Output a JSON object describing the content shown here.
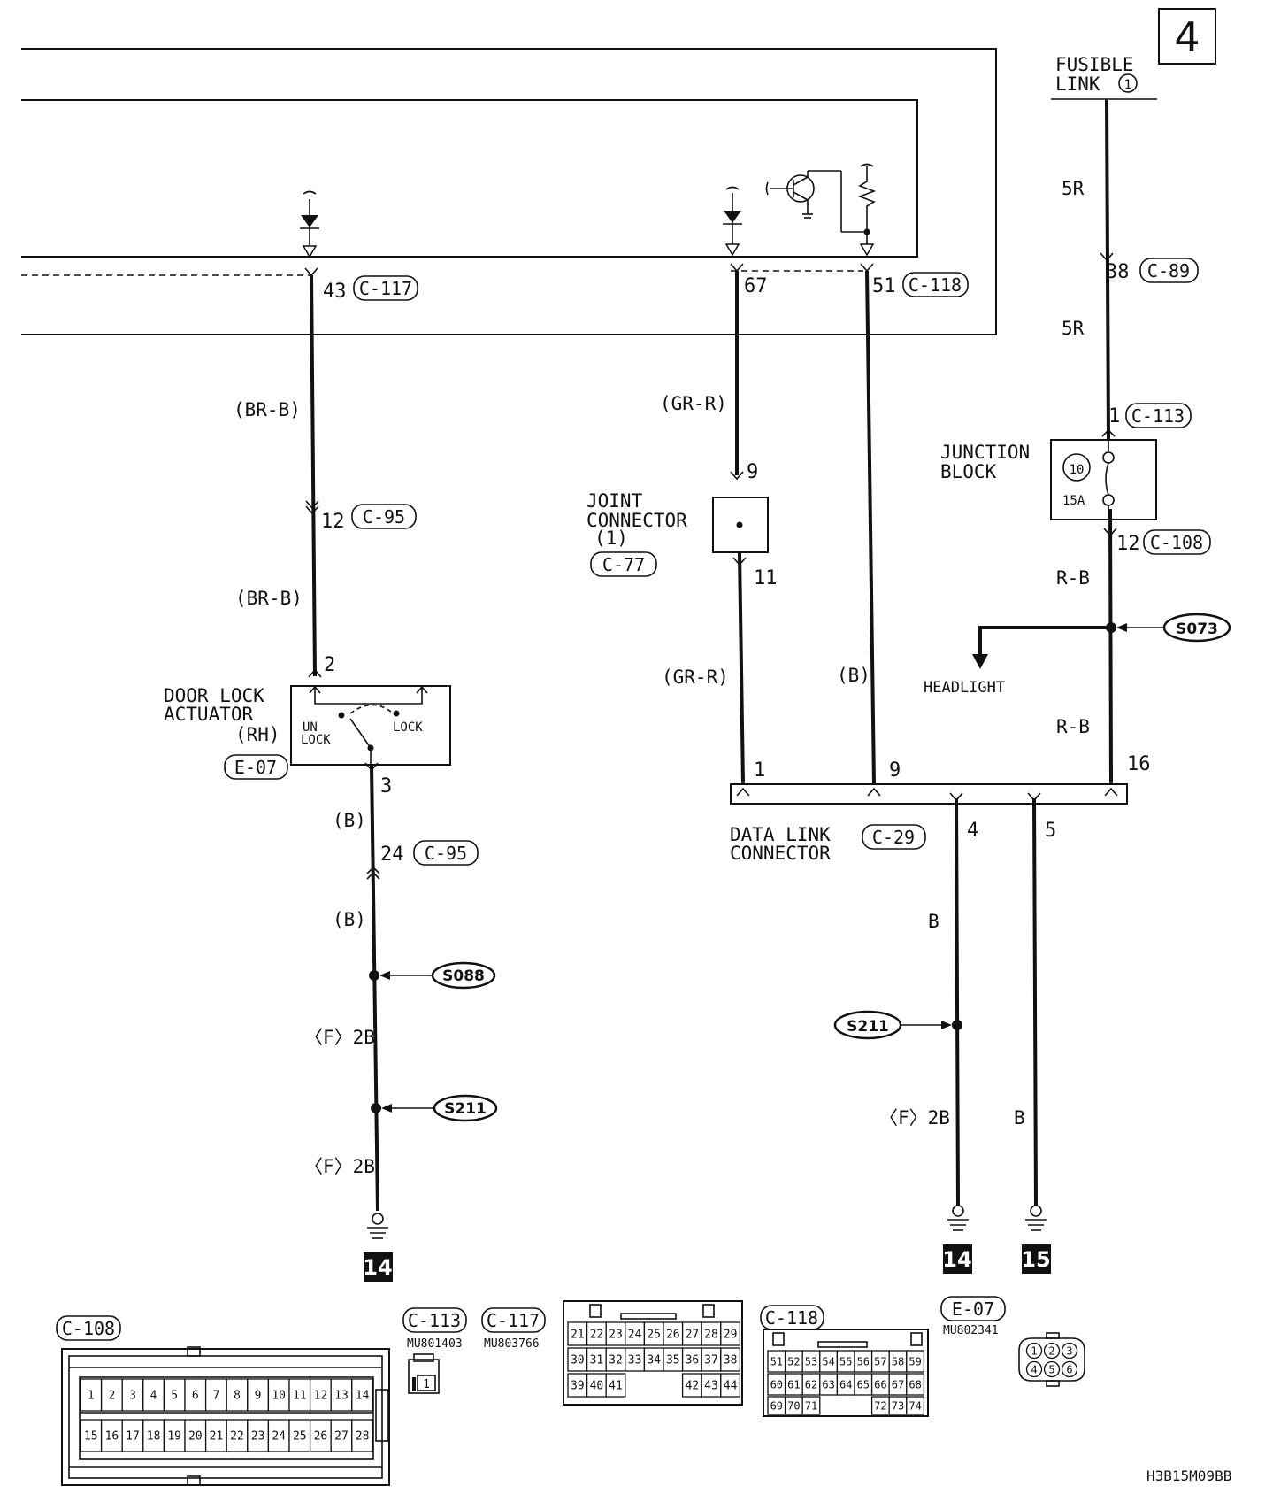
{
  "page_number": "4",
  "fusible_link": {
    "line1": "FUSIBLE",
    "line2": "LINK",
    "num": "1"
  },
  "wire_colors": {
    "br_b": "(BR-B)",
    "gr_r": "(GR-R)",
    "b_paren": "(B)",
    "b": "B",
    "r_b": "R-B",
    "fr": "5R",
    "f2b": "〈F〉2B"
  },
  "pins": {
    "p43": "43",
    "p67": "67",
    "p51": "51",
    "p38": "38",
    "p1": "1",
    "p12": "12",
    "p9": "9",
    "p11": "11",
    "p2": "2",
    "p3": "3",
    "p24": "24",
    "p16": "16",
    "p4": "4",
    "p5": "5"
  },
  "connectors": {
    "c117": "C-117",
    "c118": "C-118",
    "c89": "C-89",
    "c113": "C-113",
    "c108": "C-108",
    "c95": "C-95",
    "c77": "C-77",
    "c29": "C-29",
    "e07": "E-07"
  },
  "components": {
    "joint_line1": "JOINT",
    "joint_line2": "CONNECTOR",
    "joint_line3": "(1)",
    "junction_line1": "JUNCTION",
    "junction_line2": "BLOCK",
    "fuse_num": "10",
    "fuse_amp": "15A",
    "door_line1": "DOOR LOCK",
    "door_line2": "ACTUATOR",
    "door_line3": "(RH)",
    "unlock_1": "UN",
    "unlock_2": "LOCK",
    "lock": "LOCK",
    "dlc_line1": "DATA LINK",
    "dlc_line2": "CONNECTOR",
    "headlight": "HEADLIGHT"
  },
  "splices": {
    "s073": "S073",
    "s088": "S088",
    "s211": "S211"
  },
  "ground_refs": {
    "g14": "14",
    "g15": "15"
  },
  "part_numbers": {
    "mu801403": "MU801403",
    "mu803766": "MU803766",
    "mu802341": "MU802341"
  },
  "pin_views": {
    "c108_row1": [
      "1",
      "2",
      "3",
      "4",
      "5",
      "6",
      "7",
      "8",
      "9",
      "10",
      "11",
      "12",
      "13",
      "14"
    ],
    "c108_row2": [
      "15",
      "16",
      "17",
      "18",
      "19",
      "20",
      "21",
      "22",
      "23",
      "24",
      "25",
      "26",
      "27",
      "28"
    ],
    "c113_pin": "1",
    "c117_row1": [
      "21",
      "22",
      "23",
      "24",
      "25",
      "26",
      "27",
      "28",
      "29"
    ],
    "c117_row2": [
      "30",
      "31",
      "32",
      "33",
      "34",
      "35",
      "36",
      "37",
      "38"
    ],
    "c117_row3": [
      "39",
      "40",
      "41",
      "42",
      "43",
      "44"
    ],
    "c118_row1": [
      "51",
      "52",
      "53",
      "54",
      "55",
      "56",
      "57",
      "58",
      "59"
    ],
    "c118_row2": [
      "60",
      "61",
      "62",
      "63",
      "64",
      "65",
      "66",
      "67",
      "68"
    ],
    "c118_row3": [
      "69",
      "70",
      "71",
      "72",
      "73",
      "74"
    ],
    "e07_pins": [
      "1",
      "2",
      "3",
      "4",
      "5",
      "6"
    ]
  },
  "diagram_code": "H3B15M09BB"
}
